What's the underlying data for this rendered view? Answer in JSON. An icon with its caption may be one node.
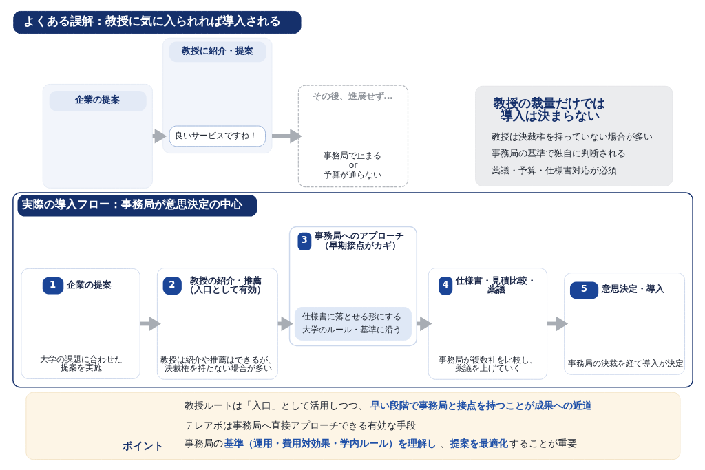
{
  "diagram": {
    "nodes": [
      {
        "text": [
          "よくある誤解：教授に気に入られれば導入される"
        ]
      },
      {
        "text": [
          "企業の提案"
        ]
      },
      {
        "text": [
          "教授に紹介・提案"
        ]
      },
      {
        "text": [
          "良いサービスですね！"
        ],
        "in": 2
      },
      {
        "text": [
          "その後、進展せず…",
          "事務局で止まる or 予算が通らない"
        ]
      },
      {
        "text": [
          "教授の裁量だけでは導入は決まらない",
          "教授は決裁権を持っていない場合が多い",
          "事務局の基準で独自に判断される",
          "薬議・予算・仕様書対応が必須"
        ]
      },
      {
        "text": [
          "実際の導入フロー：事務局が意思決定の中心"
        ]
      },
      {
        "text": [
          "1",
          "企業の提案",
          "大学の課題に合わせた提案を実施"
        ],
        "in": 6
      },
      {
        "text": [
          "2",
          "教授の紹介・推薦（入口として有効）",
          "教授は紹介や推薦はできるが、決裁権を持たない場合が多い"
        ],
        "in": 6
      },
      {
        "text": [
          "3",
          "事務局へのアプローチ（早期接点がカギ）"
        ],
        "in": 6
      },
      {
        "text": [
          "仕様書に落とせる形にする",
          "大学のルール・基準に沿う"
        ],
        "in": 9
      },
      {
        "text": [
          "4",
          "仕様書・見積比較・薬議",
          "事務局が複数社を比較し、薬議を上げていく"
        ],
        "in": 6
      },
      {
        "text": [
          "5",
          "意思決定・導入",
          "事務局の決裁を経て導入が決定"
        ],
        "in": 6
      },
      {
        "text": [
          "ポイント",
          "教授ルートは「入口」として活用しつつ、**早い段階で事務局と接点を持つことが成果への近道**",
          "テレアポは事務局へ直接アプローチできる有効な手段",
          "事務局の**基準（運用・費用対効果・学内ルール）を理解し**、**提案を最適化**することが重要"
        ]
      }
    ],
    "edges": [
      {
        "from": 1,
        "to": 2,
        "arrow": "to"
      },
      {
        "from": 2,
        "to": 4,
        "arrow": "to"
      },
      {
        "from": 7,
        "to": 8,
        "arrow": "to"
      },
      {
        "from": 8,
        "to": 9,
        "arrow": "to"
      },
      {
        "from": 9,
        "to": 11,
        "arrow": "to"
      },
      {
        "from": 11,
        "to": 12,
        "arrow": "to"
      }
    ]
  }
}
